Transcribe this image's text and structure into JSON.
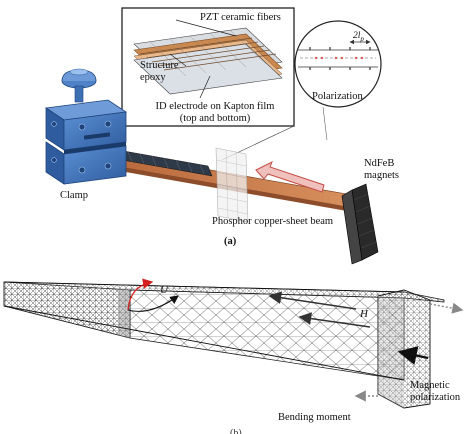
{
  "labels": {
    "pzt_fibers": "PZT ceramic fibers",
    "structure_epoxy": "Structure\nepoxy",
    "id_electrode": "ID electrode on Kapton film\n(top and bottom)",
    "polarization": "Polarization",
    "pitch": "2l",
    "pitch_sub": "p",
    "clamp": "Clamp",
    "magnets": "NdFeB\nmagnets",
    "beam": "Phosphor copper-sheet beam",
    "panel_a": "(a)",
    "u_symbol": "U",
    "h_symbol": "H",
    "magnetic_polarization": "Magnetic\npolarization",
    "bending_moment": "Bending moment"
  },
  "colors": {
    "clamp_blue": "#3d6fb4",
    "clamp_dark": "#24508f",
    "beam_copper": "#c8794a",
    "beam_dark": "#9a5632",
    "electrode_dark": "#2f3a48",
    "magnet_black": "#2a2a2a",
    "arrow_pink": "#f0c0bc",
    "arrow_red": "#c44c46",
    "mesh_line": "#333333",
    "u_arrow": "#d42020"
  }
}
